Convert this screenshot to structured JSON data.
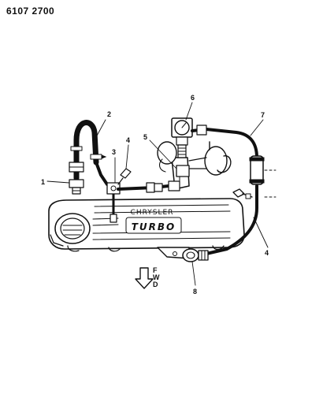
{
  "header": {
    "part_number": "6107 2700"
  },
  "cover": {
    "brand": "CHRYSLER",
    "badge": "TURBO"
  },
  "direction": {
    "letters": [
      "F",
      "W",
      "D"
    ]
  },
  "callouts": {
    "c1": "1",
    "c2": "2",
    "c3": "3",
    "c4a": "4",
    "c4b": "4",
    "c5": "5",
    "c6": "6",
    "c7": "7",
    "c8": "8"
  }
}
